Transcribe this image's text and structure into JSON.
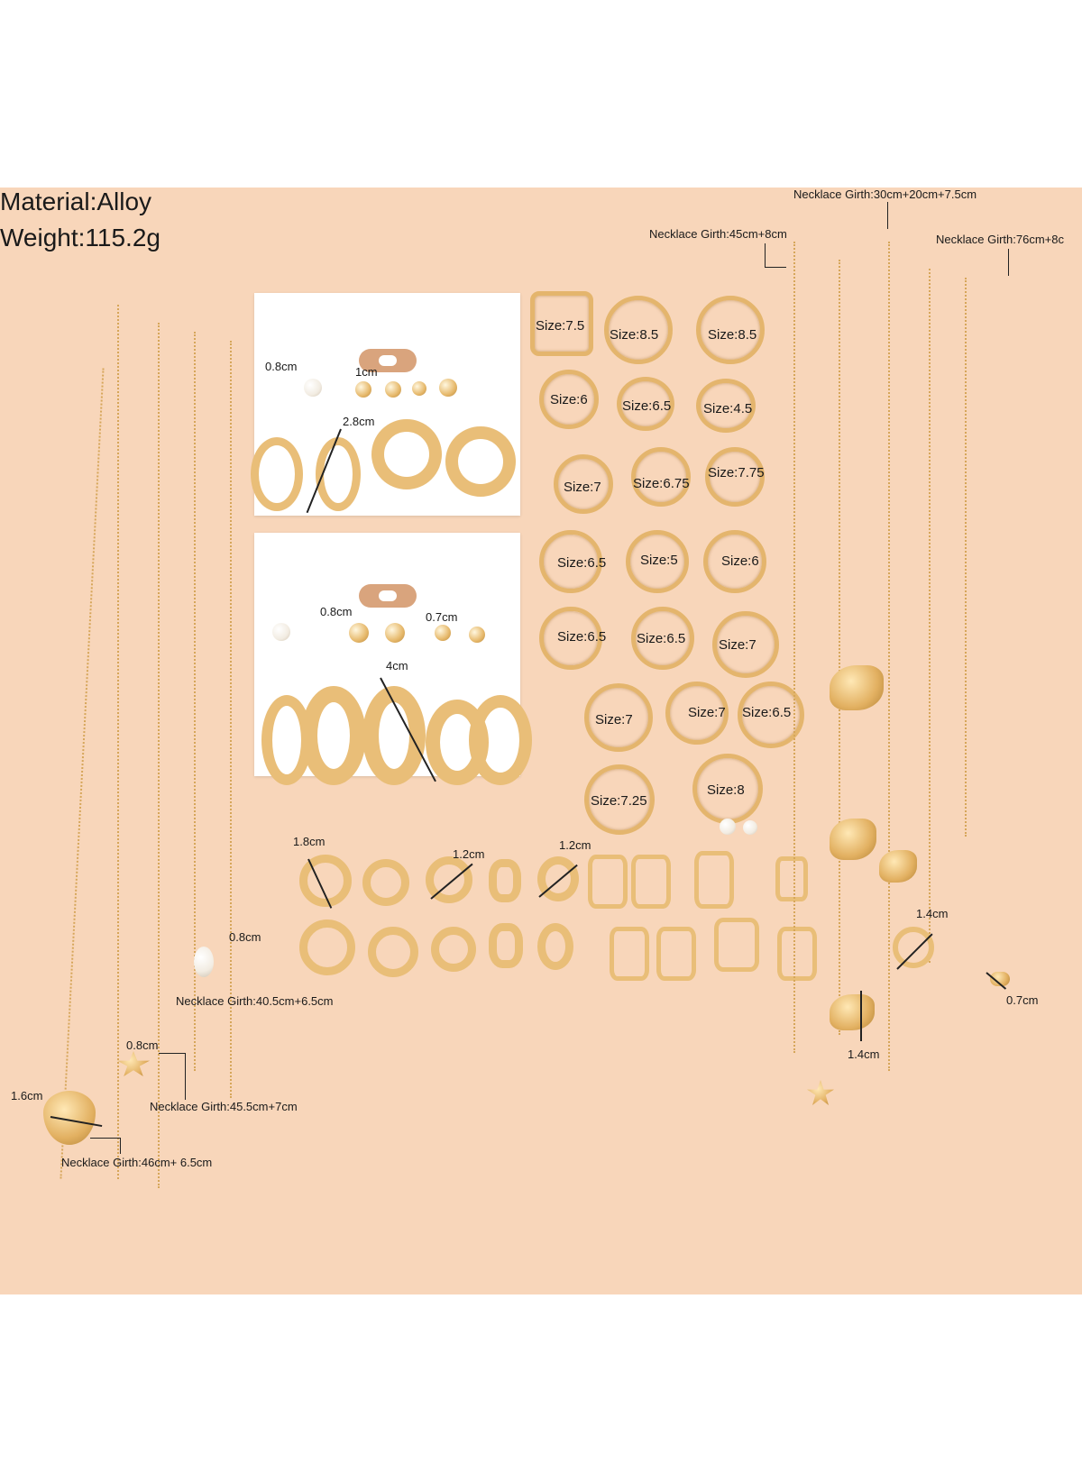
{
  "header": {
    "material": "Material:Alloy",
    "weight": "Weight:115.2g"
  },
  "necklaces": {
    "right_top": "Necklace Girth:30cm+20cm+7.5cm",
    "right_mid": "Necklace Girth:45cm+8cm",
    "right_far": "Necklace Girth:76cm+8c",
    "left_a": "Necklace Girth:40.5cm+6.5cm",
    "left_b": "Necklace Girth:45.5cm+7cm",
    "left_c": "Necklace Girth:46cm+ 6.5cm"
  },
  "dimensions": {
    "pearl_pendant": "0.8cm",
    "star_pendant": "0.8cm",
    "heart_pendant": "1.6cm",
    "butterfly_a": "1.4cm",
    "butterfly_b": "1.4cm",
    "bar_pendant": "0.7cm",
    "card1_stud": "0.8cm",
    "card1_knot": "1cm",
    "card1_drop": "2.8cm",
    "card2_stud": "0.8cm",
    "card2_heart": "0.7cm",
    "card2_hoop": "4cm",
    "huggie_a": "1.8cm",
    "huggie_b": "1.2cm",
    "cuff": "1.2cm"
  },
  "ring_sizes": [
    "Size:7.5",
    "Size:8.5",
    "Size:8.5",
    "Size:6",
    "Size:6.5",
    "Size:4.5",
    "Size:7",
    "Size:6.75",
    "Size:7.75",
    "Size:6.5",
    "Size:5",
    "Size:6",
    "Size:6.5",
    "Size:6.5",
    "Size:7",
    "Size:7",
    "Size:7",
    "Size:6.5",
    "Size:7.25",
    "Size:8"
  ],
  "colors": {
    "background": "#f8d6ba",
    "gold": "#e4b56d",
    "card": "#ffffff"
  }
}
